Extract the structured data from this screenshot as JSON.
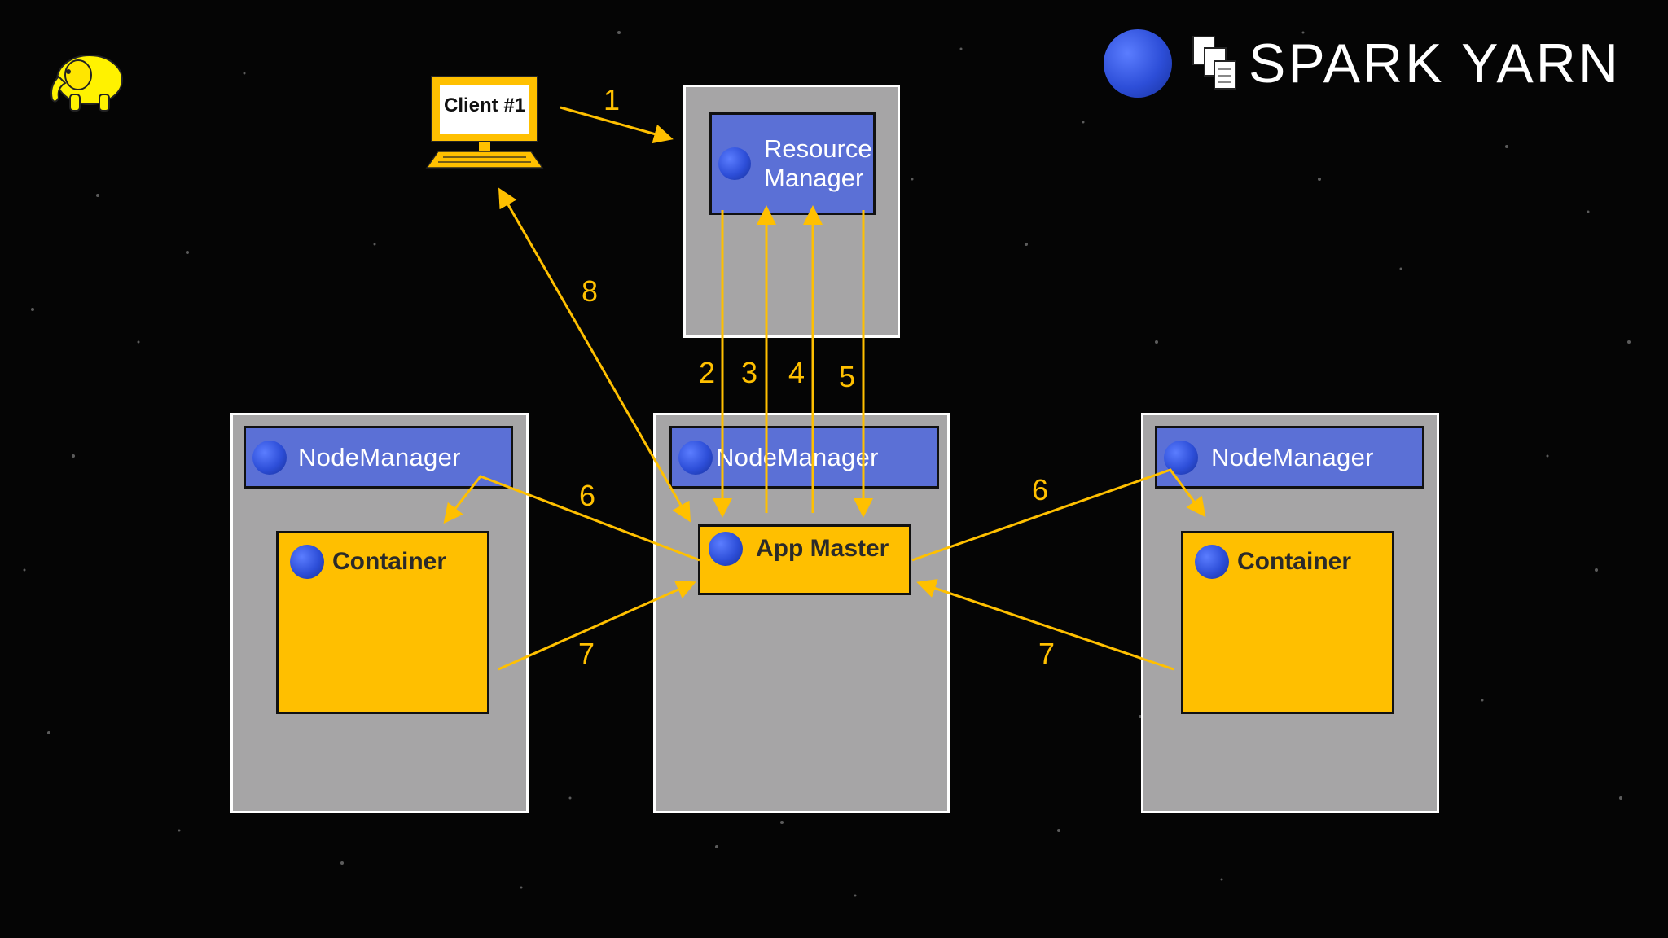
{
  "header": {
    "title": "SPARK YARN",
    "logo_icon": "hadoop-elephant-icon",
    "yarn_icon": "yarn-ball-icon",
    "files_icon": "documents-icon"
  },
  "client": {
    "label": "Client #1",
    "icon": "computer-monitor-icon"
  },
  "resource_manager": {
    "label_line1": "Resource",
    "label_line2": "Manager"
  },
  "left_node": {
    "nodemanager_label": "NodeManager",
    "container_label": "Container"
  },
  "center_node": {
    "nodemanager_label": "NodeManager",
    "app_master_label": "App Master"
  },
  "right_node": {
    "nodemanager_label": "NodeManager",
    "container_label": "Container"
  },
  "steps": {
    "s1": "1",
    "s2": "2",
    "s3": "3",
    "s4": "4",
    "s5": "5",
    "s6_left": "6",
    "s6_right": "6",
    "s7_left": "7",
    "s7_right": "7",
    "s8": "8"
  },
  "colors": {
    "arrow": "#ffc000",
    "node_box": "#a6a5a6",
    "manager_blue": "#5b70d6",
    "container_yellow": "#ffbf00",
    "background": "#050505"
  }
}
